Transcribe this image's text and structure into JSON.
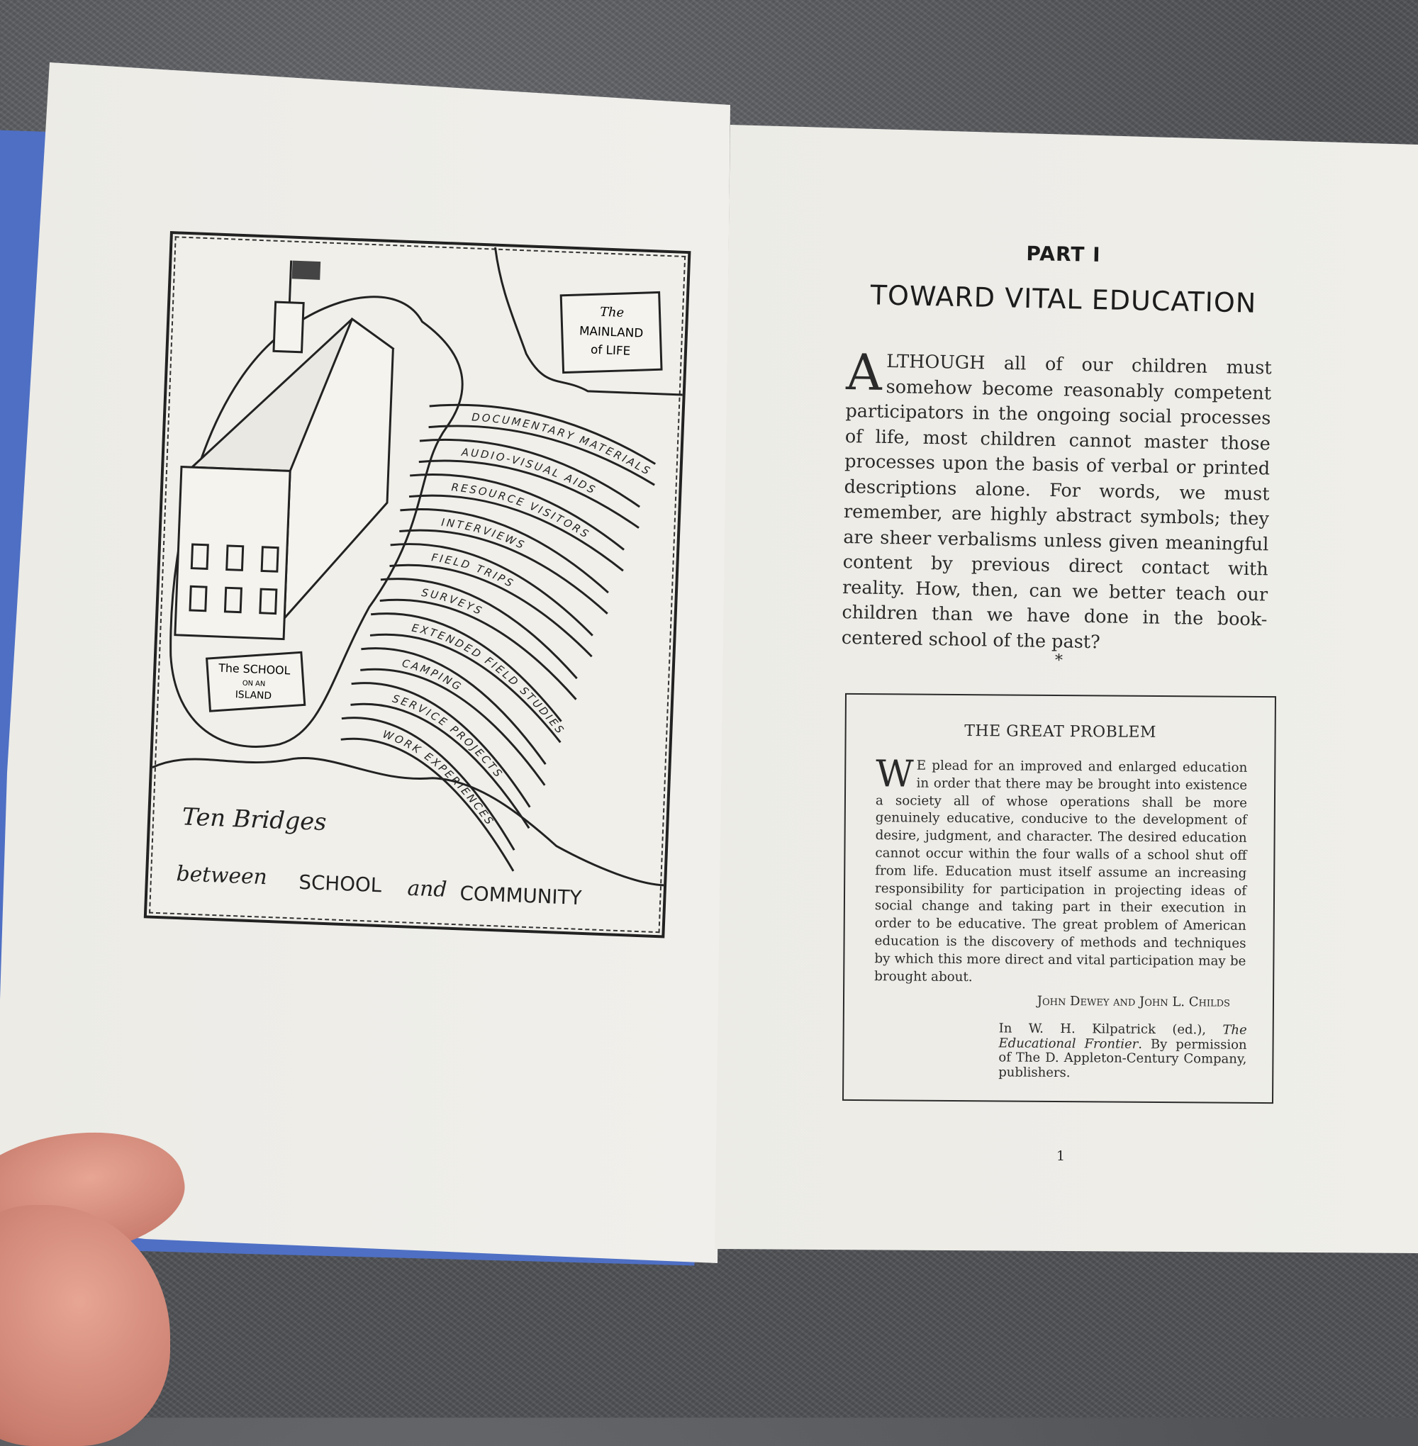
{
  "colors": {
    "cover": "#4e6fc4",
    "paper": "#efeee9",
    "ink": "#2a2a2a",
    "carpet": "#5a5c5f"
  },
  "illustration": {
    "mainland_sign": {
      "line1": "The",
      "line2": "MAINLAND",
      "line3": "of LIFE"
    },
    "school_sign": {
      "line1": "The SCHOOL",
      "line2": "ON AN",
      "line3": "ISLAND"
    },
    "bridges": [
      "DOCUMENTARY MATERIALS",
      "AUDIO-VISUAL AIDS",
      "RESOURCE  VISITORS",
      "INTERVIEWS",
      "FIELD TRIPS",
      "SURVEYS",
      "EXTENDED FIELD STUDIES",
      "CAMPING",
      "SERVICE PROJECTS",
      "WORK EXPERIENCES"
    ],
    "caption": {
      "line1": "Ten Bridges",
      "between": "between",
      "school": "SCHOOL",
      "and": "and",
      "community": "COMMUNITY"
    }
  },
  "right_page": {
    "part": "PART I",
    "title": "TOWARD VITAL EDUCATION",
    "intro_drop": "A",
    "intro": "LTHOUGH all of our children must somehow become reasonably competent participators in the ongoing social processes of life, most children cannot master those processes upon the basis of verbal or printed descriptions alone. For words, we must remember, are highly abstract symbols; they are sheer verbalisms unless given meaningful content by previous direct contact with reality. How, then, can we better teach our children than we have done in the book-centered school of the past?",
    "ornament": "*",
    "quote": {
      "title": "THE GREAT PROBLEM",
      "drop": "W",
      "body": "E plead for an improved and enlarged education in order that there may be brought into existence a society all of whose operations shall be more genuinely educative, conducive to the development of desire, judgment, and character. The desired education cannot occur within the four walls of a school shut off from life. Education must itself assume an increasing responsibility for participation in projecting ideas of social change and taking part in their execution in order to be educative. The great problem of American education is the discovery of methods and techniques by which this more direct and vital participation may be brought about.",
      "author": "John Dewey and John L. Childs",
      "source_prefix": "In W. H. Kilpatrick (ed.), ",
      "source_title": "The Educational Frontier",
      "source_suffix": ". By permission of The D. Appleton-Century Company, publishers."
    },
    "page_number": "1"
  }
}
